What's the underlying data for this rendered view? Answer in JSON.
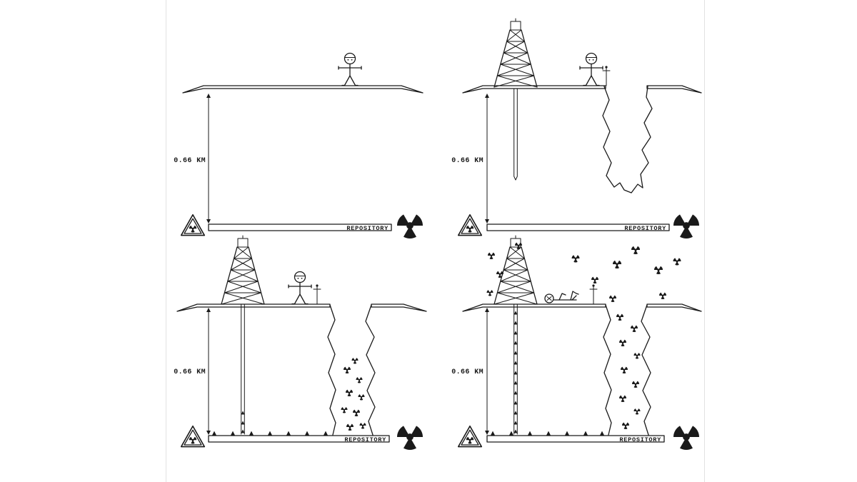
{
  "figure": {
    "description": "Four-panel pen-and-ink schematic showing inadvertent human intrusion (exploratory drilling) into a deep geologic nuclear waste repository and subsequent radioactive release",
    "colors": {
      "ink": "#1a1a1a",
      "paper": "#ffffff"
    },
    "panels": [
      {
        "name": "site-undisturbed",
        "depth_label": "0.66 KM",
        "repository_label": "REPOSITORY"
      },
      {
        "name": "drilling-and-fissure",
        "depth_label": "0.66 KM",
        "repository_label": "REPOSITORY"
      },
      {
        "name": "borehole-hits-repository",
        "depth_label": "0.66 KM",
        "repository_label": "REPOSITORY"
      },
      {
        "name": "radioactive-release",
        "depth_label": "0.66 KM",
        "repository_label": "REPOSITORY"
      }
    ],
    "icons": {
      "radiation_trefoil": "☢",
      "warning_triangle": "△ with ☢",
      "contamination_particle": "▲"
    }
  }
}
